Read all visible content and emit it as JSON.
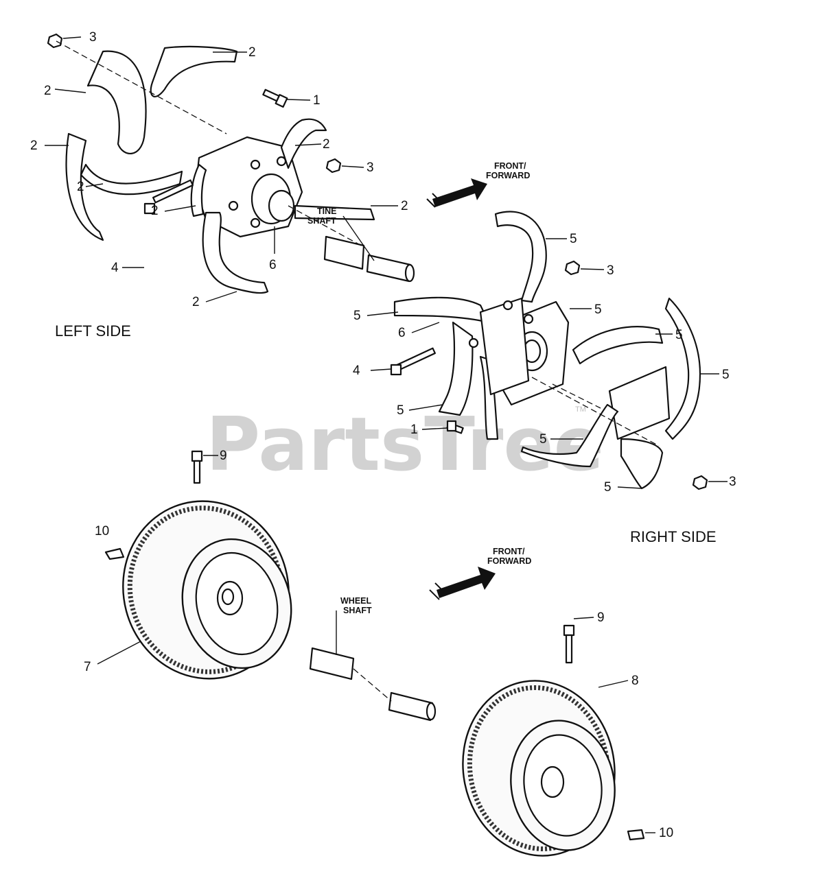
{
  "watermark": "PartsTree",
  "watermark_tm": "TM",
  "labels": {
    "left_side": "LEFT SIDE",
    "right_side": "RIGHT SIDE",
    "front_forward_1a": "FRONT/",
    "front_forward_1b": "FORWARD",
    "front_forward_2a": "FRONT/",
    "front_forward_2b": "FORWARD",
    "tine_shaft_a": "TINE",
    "tine_shaft_b": "SHAFT",
    "wheel_shaft_a": "WHEEL",
    "wheel_shaft_b": "SHAFT"
  },
  "callouts": [
    "3",
    "2",
    "2",
    "1",
    "2",
    "2",
    "3",
    "2",
    "2",
    "2",
    "4",
    "6",
    "2",
    "5",
    "3",
    "5",
    "5",
    "6",
    "5",
    "5",
    "4",
    "5",
    "1",
    "5",
    "3",
    "5",
    "9",
    "10",
    "7",
    "9",
    "8",
    "10"
  ]
}
